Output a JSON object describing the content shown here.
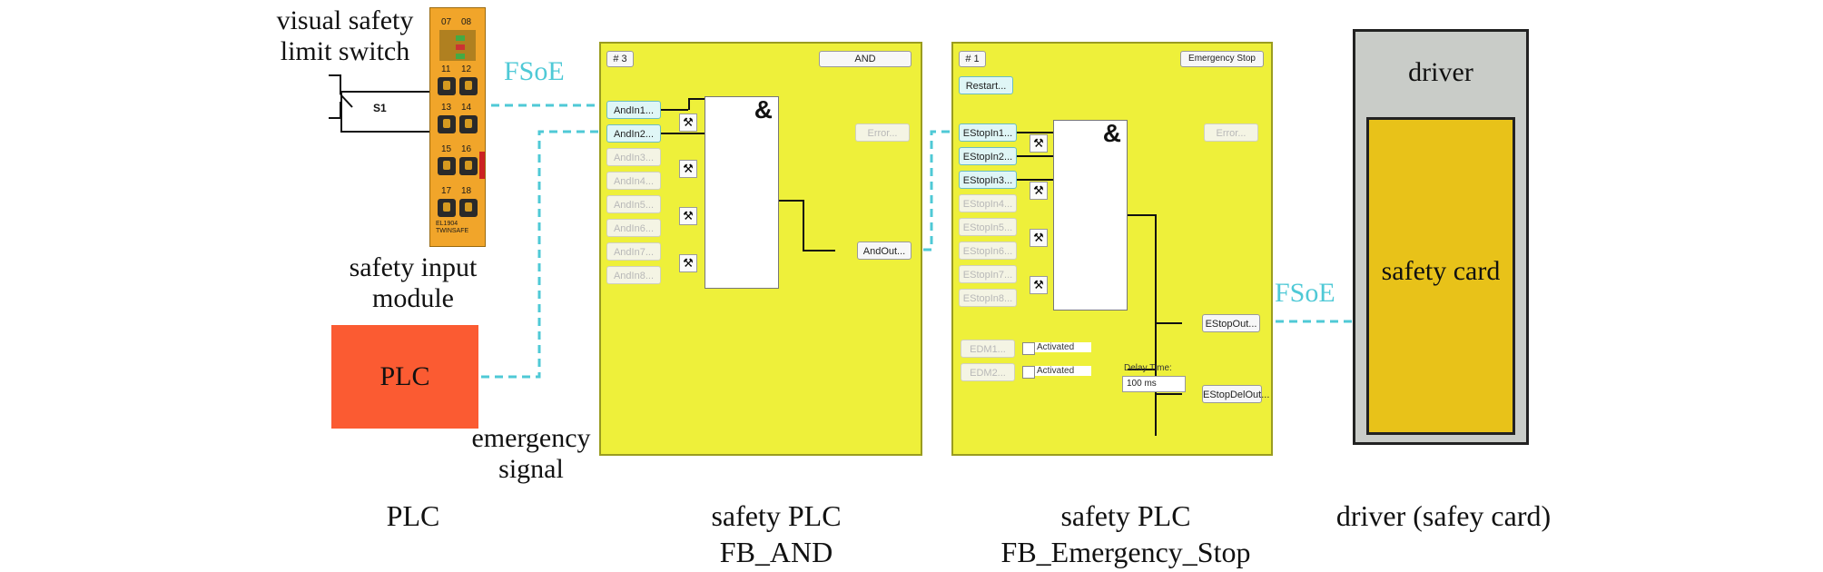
{
  "colors": {
    "plc_box": "#fb5b32",
    "fb_panel": "#eef03a",
    "fsoe_link": "#4fc9d6",
    "driver_outer": "#c9ccc8",
    "safety_card": "#e8c219",
    "module_body": "#f1a52a"
  },
  "labels": {
    "limit_switch": "visual safety\nlimit switch",
    "input_module": "safety input\nmodule",
    "emergency_signal": "emergency\nsignal",
    "fsoe_left": "FSoE",
    "fsoe_right": "FSoE",
    "plc_box": "PLC",
    "driver_header": "driver",
    "safety_card": "safety card"
  },
  "module": {
    "switch_tag": "S1",
    "pins": [
      "07",
      "08",
      "11",
      "12",
      "13",
      "14",
      "15",
      "16",
      "17",
      "18"
    ],
    "brand": "EL1904\nTWINSAFE"
  },
  "fb_and": {
    "number": "# 3",
    "name": "AND",
    "inputs": [
      "AndIn1...",
      "AndIn2...",
      "AndIn3...",
      "AndIn4...",
      "AndIn5...",
      "AndIn6...",
      "AndIn7...",
      "AndIn8..."
    ],
    "output": "AndOut...",
    "error": "Error...",
    "symbol": "&"
  },
  "fb_estop": {
    "number": "# 1",
    "name": "Emergency Stop",
    "restart": "Restart...",
    "inputs": [
      "EStopIn1...",
      "EStopIn2...",
      "EStopIn3...",
      "EStopIn4...",
      "EStopIn5...",
      "EStopIn6...",
      "EStopIn7...",
      "EStopIn8..."
    ],
    "edm": [
      "EDM1...",
      "EDM2..."
    ],
    "activated": "Activated",
    "delay_label": "Delay Time:",
    "delay_value": "100 ms",
    "outputs": [
      "EStopOut...",
      "EStopDelOut..."
    ],
    "error": "Error...",
    "symbol": "&"
  },
  "captions": [
    {
      "line1": "PLC",
      "line2": ""
    },
    {
      "line1": "safety PLC",
      "line2": "FB_AND"
    },
    {
      "line1": "safety PLC",
      "line2": "FB_Emergency_Stop"
    },
    {
      "line1": "driver (safey card)",
      "line2": ""
    }
  ]
}
